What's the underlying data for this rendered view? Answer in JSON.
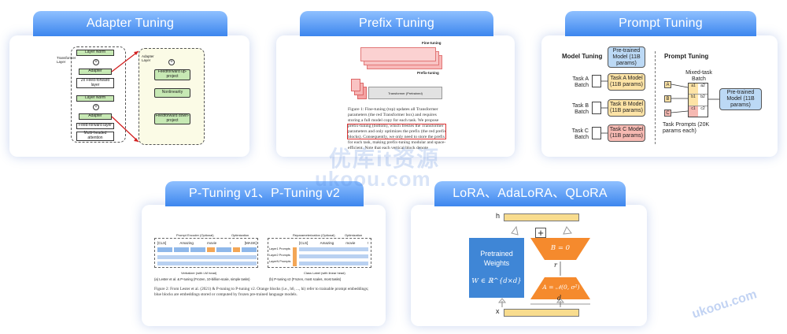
{
  "sections": {
    "adapter": {
      "title": "Adapter Tuning"
    },
    "prefix": {
      "title": "Prefix Tuning"
    },
    "prompt": {
      "title": "Prompt Tuning"
    },
    "ptuning": {
      "title": "P-Tuning v1、P-Tuning v2"
    },
    "lora": {
      "title": "LoRA、AdaLoRA、QLoRA"
    }
  },
  "watermark": {
    "line1": "优库it资源",
    "line2": "ukoou.com",
    "corner": "ukoou.com"
  },
  "adapter": {
    "left": {
      "transformer_layer": "Transformer Layer",
      "layer_norm_top": "Layer Norm",
      "adapter_top": "Adapter",
      "ffn": "2x Feed-forward layer",
      "layer_norm_mid": "Layer Norm",
      "adapter_bottom": "Adapter",
      "feed_forward": "Feed-forward layer",
      "attention": "Multi-headed attention"
    },
    "right": {
      "adapter_layer": "Adapter Layer",
      "up_project": "Feedforward up-project",
      "nonlinearity": "Nonlinearity",
      "down_project": "Feedforward down-project"
    }
  },
  "prefix": {
    "fine_tuning": "Fine-tuning",
    "prefix_tuning": "Prefix-tuning",
    "transformer": "Transformer (Pretrained)",
    "caption": "Figure 1: Fine-tuning (top) updates all Transformer parameters (the red Transformer box) and requires storing a full model copy for each task. We propose prefix-tuning (bottom), which freezes the Transformer parameters and only optimizes the prefix (the red prefix blocks). Consequently, we only need to store the prefix for each task, making prefix-tuning modular and space-efficient. Note that each vertical block denote transformer activations at one time step."
  },
  "prompt": {
    "model_tuning": "Model Tuning",
    "prompt_tuning": "Prompt Tuning",
    "pretrained_left": "Pre-trained Model (11B params)",
    "task_a_batch": "Task A Batch",
    "task_b_batch": "Task B Batch",
    "task_c_batch": "Task C Batch",
    "task_a_model": "Task A Model (11B params)",
    "task_b_model": "Task B Model (11B params)",
    "task_c_model": "Task C Model (11B params)",
    "mixed_batch": "Mixed-task Batch",
    "pretrained_right": "Pre-trained Model (11B params)",
    "task_prompts": "Task Prompts (20K params each)",
    "cells": [
      "a1",
      "a2",
      "b1",
      "b2",
      "c1",
      "c2"
    ],
    "prompt_letters": [
      "A",
      "B",
      "C"
    ]
  },
  "ptuning": {
    "enc_label": "Prompt Encoder (Optional)",
    "opt_label": "Optimization",
    "rep_label": "Reparameterization (Optional)",
    "opt_label2": "Optimization",
    "verbalizer": "Verbalizer (with LM head)",
    "class_label": "Class Label (with linear head)",
    "cap_a": "(a) Lester et al. & P-tuning (Frozen, 10-billion-scale, simple tasks)",
    "cap_b": "(b) P-tuning v2 (Frozen, most scales, most tasks)",
    "layers": [
      "Layer1 Prompts",
      "Layer2 Prompts",
      "LayerN Prompts"
    ],
    "tokens_a": [
      "[CLS]",
      "Amazing",
      "movie",
      "!",
      "[MASK]"
    ],
    "tokens_b": [
      "[CLS]",
      "Amazing",
      "movie",
      "!"
    ],
    "caption": "Figure 2: From Lester et al. (2021) & P-tuning to P-tuning v2. Orange blocks (i.e., h0, ..., hi) refer to trainable prompt embeddings; blue blocks are embeddings stored or computed by frozen pre-trained language models."
  },
  "lora": {
    "h": "h",
    "x": "x",
    "plus": "+",
    "pretrained": "Pretrained Weights",
    "weight_formula": "W ∈ ℝ^{d×d}",
    "b_formula": "B = 0",
    "a_formula": "A = 𝒩(0, σ²)",
    "r": "r",
    "d": "d"
  },
  "colors": {
    "tab_top": "#8fc0ff",
    "tab_bottom": "#3c86ee",
    "lora_blue": "#3f86d6",
    "lora_orange": "#f58a2d",
    "bar_yellow": "#f8dc8e"
  }
}
